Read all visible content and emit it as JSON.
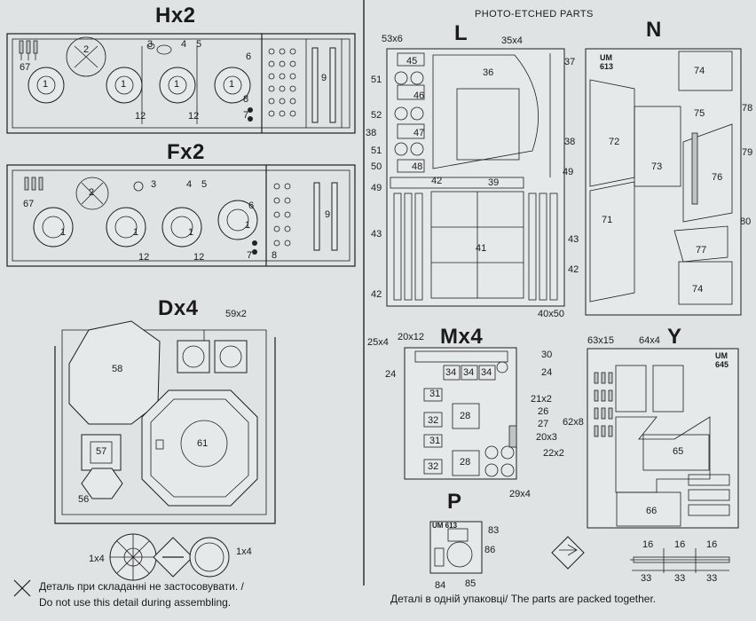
{
  "sprues": {
    "h": {
      "title": "Hx2",
      "labels": {
        "a": "67",
        "b": "2",
        "c": "3",
        "d": "4",
        "e": "5",
        "f": "6",
        "g": "9",
        "h": "12",
        "i": "12",
        "j": "7",
        "k": "8"
      },
      "wheel_label": "1"
    },
    "f": {
      "title": "Fx2",
      "labels": {
        "a": "67",
        "b": "2",
        "c": "3",
        "d": "4",
        "e": "5",
        "f": "6",
        "g": "9",
        "h": "12",
        "i": "12",
        "j": "7",
        "k": "8"
      },
      "wheel_label": "1"
    },
    "d": {
      "title": "Dx4",
      "labels": {
        "p58": "58",
        "p59": "59x2",
        "p61": "61",
        "p57": "57",
        "p56": "56"
      }
    }
  },
  "photo_etched": {
    "heading": "PHOTO-ETCHED PARTS",
    "L": {
      "title": "L",
      "labels": {
        "l53": "53x6",
        "l35": "35x4",
        "l37": "37",
        "l45": "45",
        "l36": "36",
        "l51a": "51",
        "l46": "46",
        "l52": "52",
        "l38a": "38",
        "l47": "47",
        "l38b": "38",
        "l51b": "51",
        "l48": "48",
        "l50": "50",
        "l42a": "42",
        "l39": "39",
        "l49a": "49",
        "l49b": "49",
        "l43a": "43",
        "l41": "41",
        "l43b": "43",
        "l42b": "42",
        "l42c": "42",
        "l4050": "40x50"
      }
    },
    "N": {
      "title": "N",
      "labels": {
        "n74a": "74",
        "n75": "75",
        "n78": "78",
        "n72": "72",
        "n73": "73",
        "n79": "79",
        "n76": "76",
        "n71": "71",
        "n80": "80",
        "n77": "77",
        "n74b": "74"
      },
      "stamp": "UM 613"
    },
    "M": {
      "title": "Mx4",
      "labels": {
        "m25": "25x4",
        "m20": "20x12",
        "m30": "30",
        "m24a": "24",
        "m34a": "34",
        "m34b": "34",
        "m34c": "34",
        "m24b": "24",
        "m31a": "31",
        "m21": "21x2",
        "m26": "26",
        "m32a": "32",
        "m28a": "28",
        "m27": "27",
        "m31b": "31",
        "m20b": "20x3",
        "m32b": "32",
        "m28b": "28",
        "m22": "22x2",
        "m29": "29x4"
      }
    },
    "Y": {
      "title": "Y",
      "labels": {
        "y63": "63x15",
        "y64": "64x4",
        "y62": "62x8",
        "y65": "65",
        "y66": "66"
      },
      "stamp": "UM 645"
    },
    "P": {
      "title": "P",
      "labels": {
        "p83": "83",
        "p86": "86",
        "p84": "84",
        "p85": "85"
      },
      "stamp": "UM 613"
    }
  },
  "assembly": {
    "qty_left": "1x4",
    "qty_right": "1x4"
  },
  "dims": {
    "top": [
      "16",
      "16",
      "16"
    ],
    "bottom": [
      "33",
      "33",
      "33"
    ]
  },
  "notes": {
    "not_used_ua": "Деталь при складанні не застосовувати. /",
    "not_used_en": "Do not use this detail during assembling.",
    "packed": "Деталі в одній упаковці/ The parts are packed together."
  }
}
